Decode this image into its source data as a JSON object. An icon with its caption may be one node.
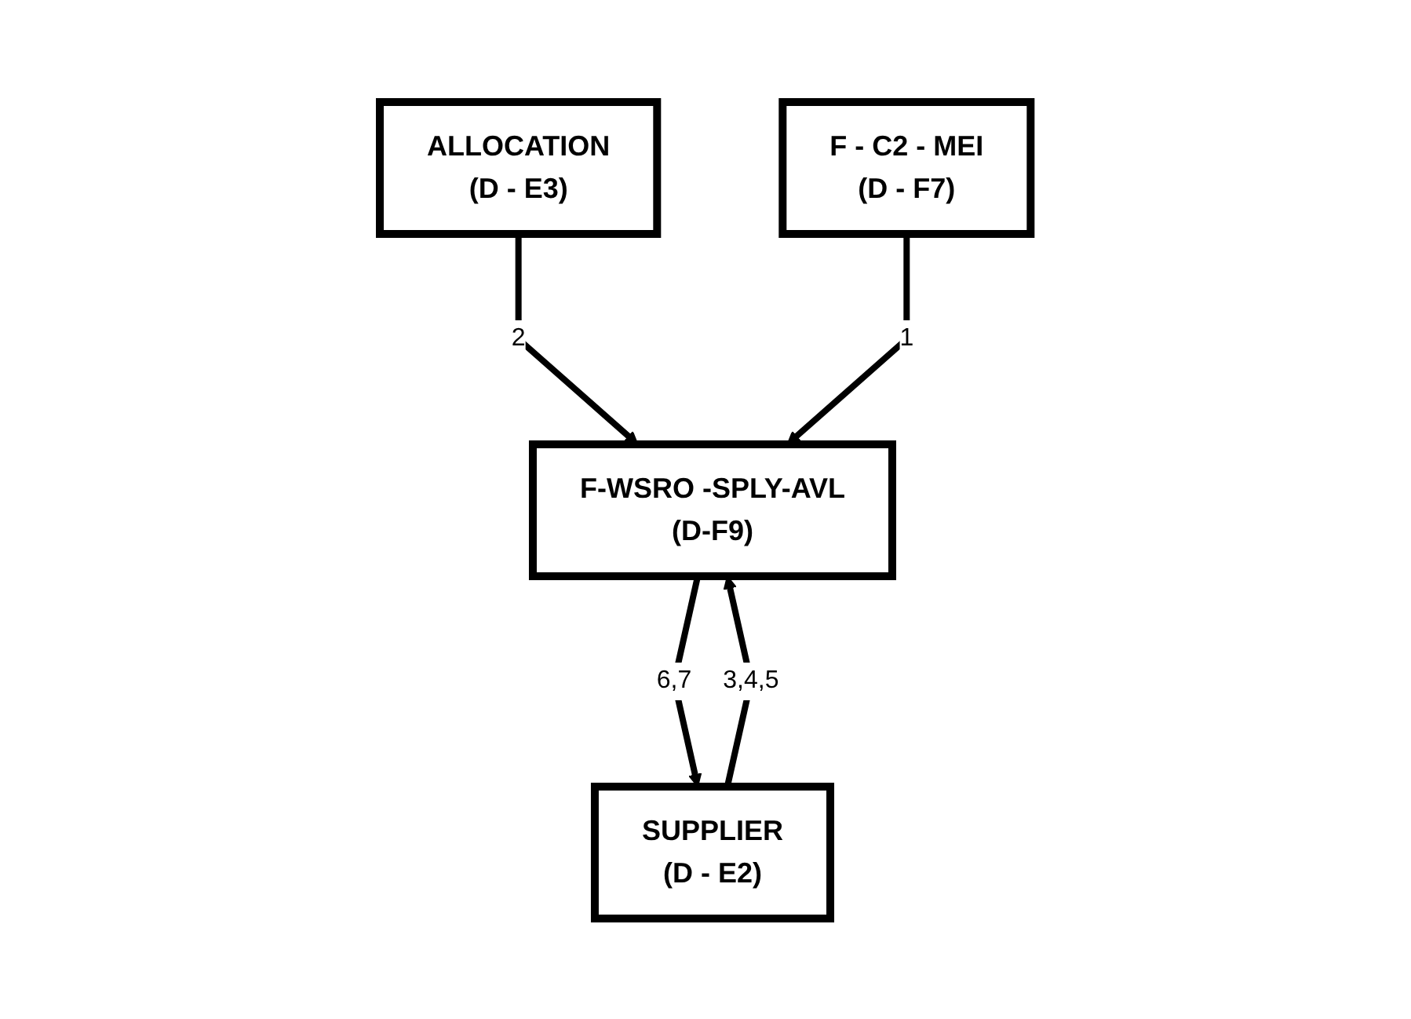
{
  "diagram": {
    "nodes": [
      {
        "text": [
          "ALLOCATION",
          "(D - E3)"
        ]
      },
      {
        "text": [
          "F - C2 - MEI",
          "(D - F7)"
        ]
      },
      {
        "text": [
          "SUPPLIER",
          "(D - E2)"
        ]
      },
      {
        "text": [
          "F-WSRO -SPLY-AVL",
          "(D-F9)"
        ]
      }
    ],
    "edges": [
      {
        "from": 0,
        "to": 3,
        "arrow": "to",
        "label": "2"
      },
      {
        "from": 1,
        "to": 3,
        "arrow": "to",
        "label": "1"
      },
      {
        "from": 2,
        "to": 3,
        "arrow": "to",
        "label": "3,4,5"
      },
      {
        "from": 3,
        "to": 2,
        "arrow": "to",
        "label": "6,7"
      }
    ]
  }
}
